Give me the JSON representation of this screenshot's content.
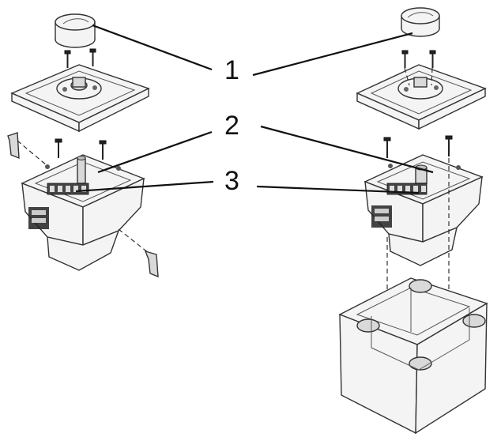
{
  "callouts": [
    {
      "label": "1"
    },
    {
      "label": "2"
    },
    {
      "label": "3"
    }
  ],
  "parts": {
    "knob": "rotary-knob",
    "cover": "cover-plate",
    "insert": "dimmer-insert",
    "box": "surface-mounting-box",
    "clips": "spreader-claws",
    "screws": "fixing-screws"
  }
}
